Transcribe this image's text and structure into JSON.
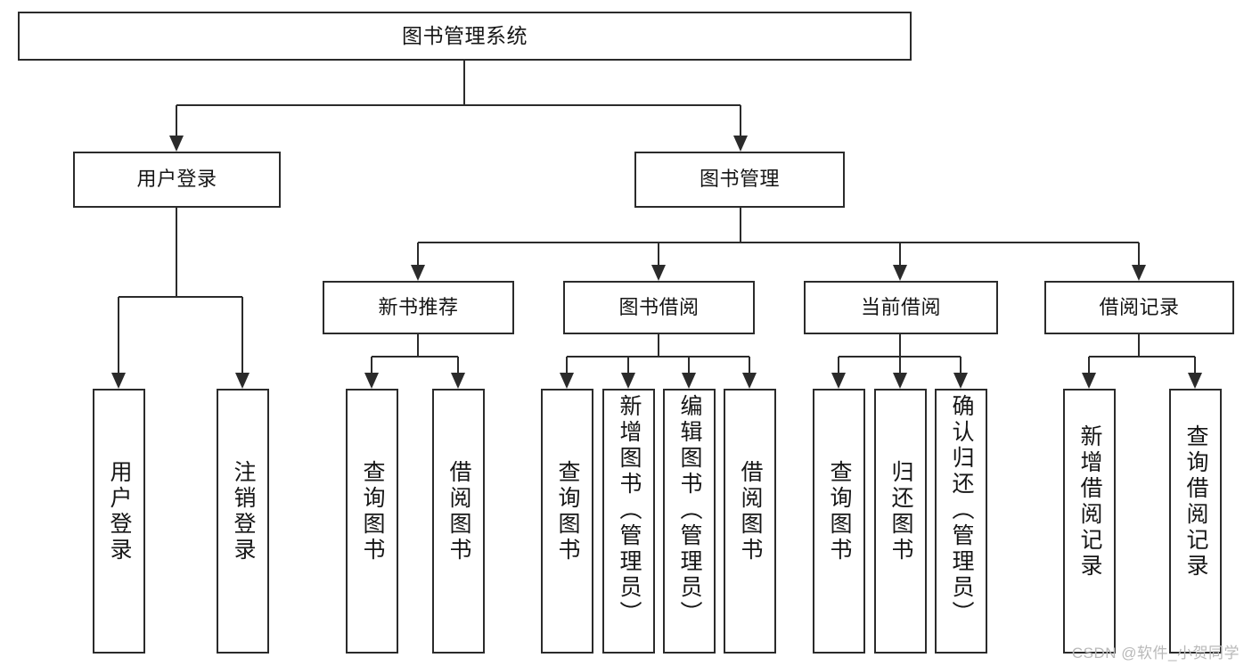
{
  "diagram": {
    "title": "图书管理系统",
    "watermark": "CSDN @软件_小贺同学",
    "colors": {
      "line": "#2b2b2b",
      "box_border": "#2b2b2b",
      "box_fill": "#ffffff",
      "text": "#161616",
      "watermark": "#b9b9b9",
      "background": "#ffffff"
    },
    "levels": {
      "level1": "系统根节点",
      "level2": "主模块",
      "level3": "子模块",
      "level4": "功能项"
    },
    "nodes": {
      "root": {
        "label": "图书管理系统"
      },
      "level2": [
        {
          "label": "用户登录"
        },
        {
          "label": "图书管理"
        }
      ],
      "level3": [
        {
          "label": "新书推荐"
        },
        {
          "label": "图书借阅"
        },
        {
          "label": "当前借阅"
        },
        {
          "label": "借阅记录"
        }
      ],
      "leaves": {
        "user_login": [
          {
            "label": "用户登录"
          },
          {
            "label": "注销登录"
          }
        ],
        "new_book_recommend": [
          {
            "label": "查询图书"
          },
          {
            "label": "借阅图书"
          }
        ],
        "book_borrow": [
          {
            "label": "查询图书"
          },
          {
            "label": "新增图书（管理员）"
          },
          {
            "label": "编辑图书（管理员）"
          },
          {
            "label": "借阅图书"
          }
        ],
        "current_borrow": [
          {
            "label": "查询图书"
          },
          {
            "label": "归还图书"
          },
          {
            "label": "确认归还（管理员）"
          }
        ],
        "borrow_record": [
          {
            "label": "新增借阅记录"
          },
          {
            "label": "查询借阅记录"
          }
        ]
      }
    }
  }
}
